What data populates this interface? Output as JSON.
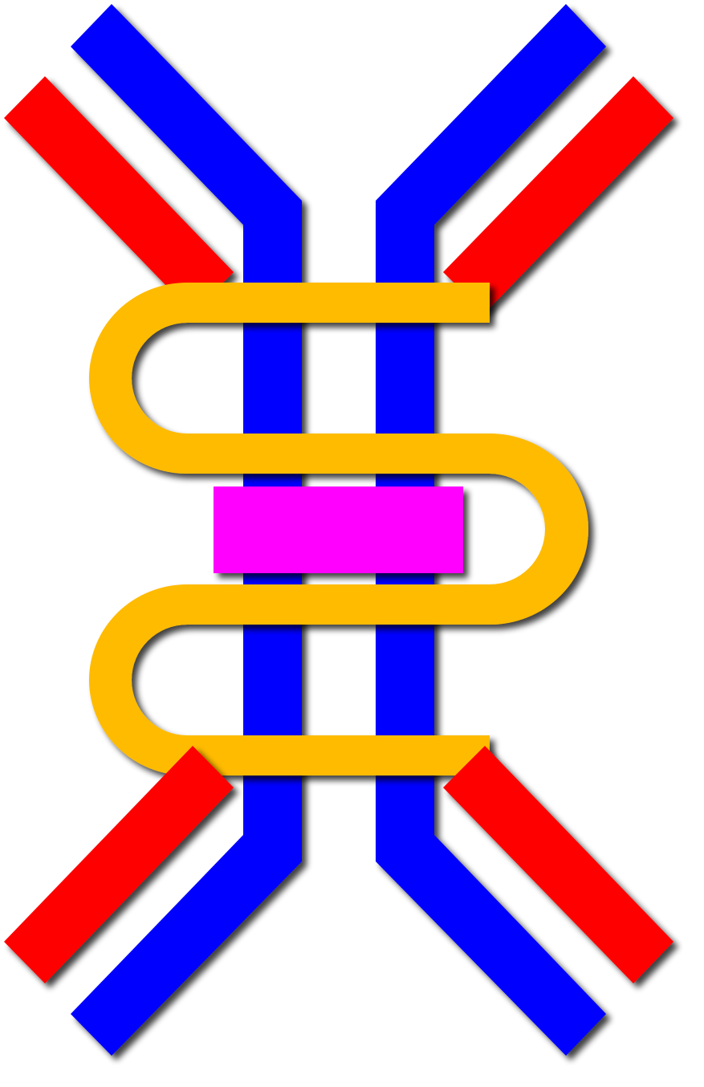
{
  "diagram": {
    "title": "",
    "background": "#ffffff",
    "colors": {
      "heavy_chain": "#0000ff",
      "light_chain": "#ff0000",
      "linker_loop": "#ffbb00",
      "core_block": "#ff00ff",
      "shadow": "#000000"
    },
    "components": [
      {
        "name": "heavy-chain-left",
        "kind": "Y-shaped strand"
      },
      {
        "name": "heavy-chain-right",
        "kind": "Y-shaped strand"
      },
      {
        "name": "light-chain-top-left",
        "kind": "bar"
      },
      {
        "name": "light-chain-top-right",
        "kind": "bar"
      },
      {
        "name": "light-chain-bottom-left",
        "kind": "bar"
      },
      {
        "name": "light-chain-bottom-right",
        "kind": "bar"
      },
      {
        "name": "linker-serpentine",
        "kind": "S-shaped ribbon"
      },
      {
        "name": "core-block",
        "kind": "rectangle"
      }
    ]
  }
}
